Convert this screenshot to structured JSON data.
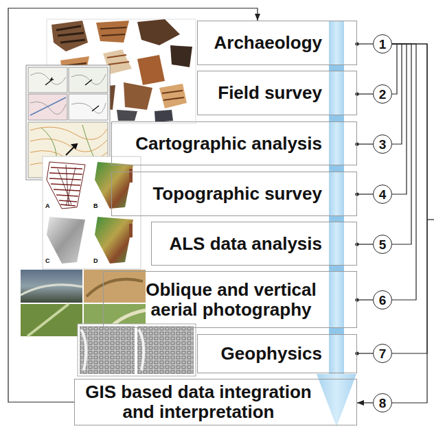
{
  "diagram": {
    "nodes": [
      {
        "text": [
          "Archaeology"
        ]
      },
      {
        "text": [
          "Field survey"
        ]
      },
      {
        "text": [
          "Cartographic analysis"
        ]
      },
      {
        "text": [
          "Topographic survey"
        ]
      },
      {
        "text": [
          "ALS data analysis"
        ]
      },
      {
        "text": [
          "Oblique and vertical aerial photography"
        ]
      },
      {
        "text": [
          "Geophysics"
        ]
      },
      {
        "text": [
          "GIS based data integration and interpretation"
        ]
      },
      {
        "text": [
          "1"
        ]
      },
      {
        "text": [
          "2"
        ]
      },
      {
        "text": [
          "3"
        ]
      },
      {
        "text": [
          "4"
        ]
      },
      {
        "text": [
          "5"
        ]
      },
      {
        "text": [
          "6"
        ]
      },
      {
        "text": [
          "7"
        ]
      },
      {
        "text": [
          "8"
        ]
      }
    ],
    "edges": [
      {
        "from": 0,
        "to": 8,
        "arrow": "none"
      },
      {
        "from": 1,
        "to": 9,
        "arrow": "none"
      },
      {
        "from": 2,
        "to": 10,
        "arrow": "none"
      },
      {
        "from": 3,
        "to": 11,
        "arrow": "none"
      },
      {
        "from": 4,
        "to": 12,
        "arrow": "none"
      },
      {
        "from": 5,
        "to": 13,
        "arrow": "none"
      },
      {
        "from": 6,
        "to": 14,
        "arrow": "none"
      },
      {
        "from": 15,
        "to": 7,
        "arrow": "to"
      },
      {
        "from": 8,
        "to": 9,
        "arrow": "none"
      },
      {
        "from": 8,
        "to": 10,
        "arrow": "none"
      },
      {
        "from": 8,
        "to": 11,
        "arrow": "none"
      },
      {
        "from": 8,
        "to": 12,
        "arrow": "none"
      },
      {
        "from": 8,
        "to": 13,
        "arrow": "none"
      },
      {
        "from": 8,
        "to": 14,
        "arrow": "none"
      },
      {
        "from": 8,
        "to": 15,
        "arrow": "none"
      },
      {
        "from": 7,
        "to": 0,
        "arrow": "to"
      }
    ],
    "labels": [
      "A",
      "B",
      "C",
      "D"
    ]
  }
}
